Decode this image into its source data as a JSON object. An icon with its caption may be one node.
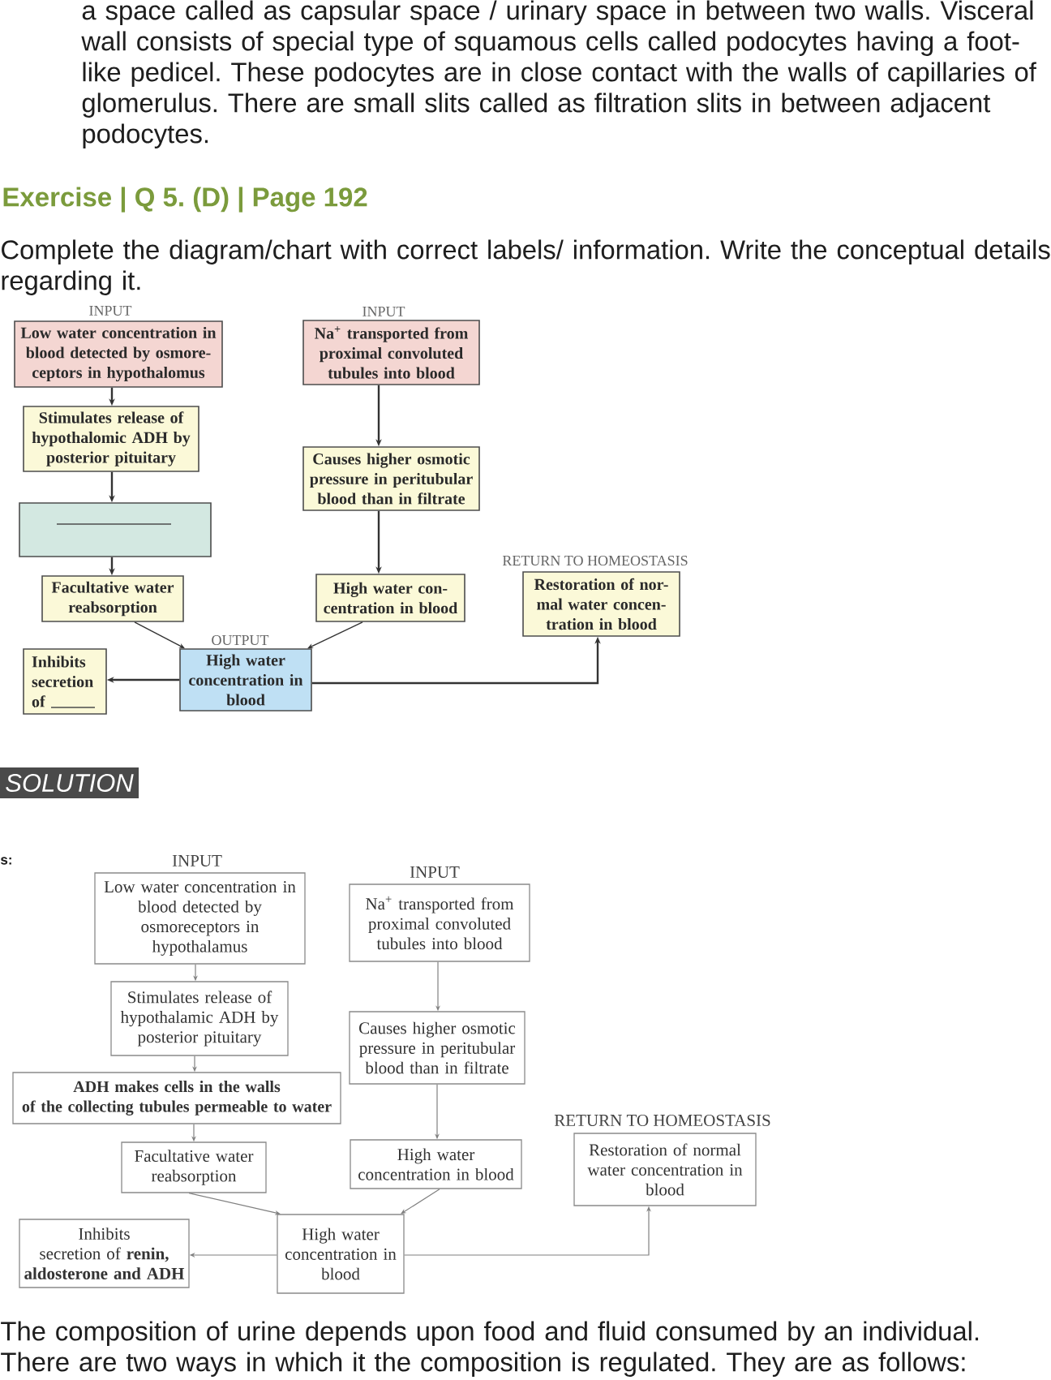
{
  "diagram": {
    "title": "Exercise | Q 5. (D) | Page 192",
    "nodes": [
      {
        "text": [
          "INPUT",
          "Low water concentration in blood detected by osmore- ceptors in hypothalomus"
        ]
      },
      {
        "text": [
          "INPUT",
          "Na$^{+}$ transported from proximal convoluted tubules into blood"
        ]
      },
      {
        "text": [
          "Stimulates release of hypothalomic ADH by posterior pituitary"
        ]
      },
      {
        "text": [
          "Causes higher osmotic pressure in peritubular blood than in filtrate"
        ]
      },
      {
        "text": [],
        "shape": "box"
      },
      {
        "text": [
          "Facultative water reabsorption"
        ]
      },
      {
        "text": [
          "High water con- centration in blood"
        ]
      },
      {
        "text": [
          "RETURN TO HOMEOSTASIS",
          "Restoration of nor- mal water concen- tration in blood"
        ]
      },
      {
        "text": [
          "Inhibits secretion of"
        ]
      },
      {
        "text": [
          "OUTPUT",
          "High water concentration in blood"
        ]
      },
      {
        "text": [
          "INPUT",
          "Low water concentration in blood detected by osmoreceptors in hypothalamus"
        ]
      },
      {
        "text": [
          "INPUT",
          "Na$^{+}$ transported from proximal convoluted tubules into blood"
        ]
      },
      {
        "text": [
          "Stimulates release of hypothalamic ADH by posterior pituitary"
        ]
      },
      {
        "text": [
          "Causes higher osmotic pressure in peritubular blood than in filtrate"
        ]
      },
      {
        "text": [
          "ADH makes cells in the walls of the collecting tubules permeable to water"
        ]
      },
      {
        "text": [
          "Facultative water reabsorption"
        ]
      },
      {
        "text": [
          "High water concentration in blood"
        ]
      },
      {
        "text": [
          "RETURN TO HOMEOSTASIS",
          "Restoration of normal water concentration in blood"
        ]
      },
      {
        "text": [
          "Inhibits secretion of **renin, aldosterone and ADH**"
        ]
      },
      {
        "text": [
          "High water concentration in blood"
        ]
      }
    ],
    "edges": [
      {
        "from": 0,
        "to": 2,
        "arrow": "to",
        "color": "#333333"
      },
      {
        "from": 2,
        "to": 4,
        "arrow": "to",
        "color": "#333333"
      },
      {
        "from": 4,
        "to": 5,
        "arrow": "to",
        "color": "#333333"
      },
      {
        "from": 1,
        "to": 3,
        "arrow": "to",
        "color": "#333333"
      },
      {
        "from": 3,
        "to": 6,
        "arrow": "to",
        "color": "#333333"
      },
      {
        "from": 5,
        "to": 9,
        "arrow": "to",
        "color": "#333333"
      },
      {
        "from": 6,
        "to": 9,
        "arrow": "to",
        "color": "#333333"
      },
      {
        "from": 9,
        "to": 8,
        "arrow": "to",
        "color": "#333333"
      },
      {
        "from": 9,
        "to": 7,
        "arrow": "to",
        "color": "#333333"
      },
      {
        "from": 10,
        "to": 12,
        "arrow": "to"
      },
      {
        "from": 12,
        "to": 14,
        "arrow": "to"
      },
      {
        "from": 14,
        "to": 15,
        "arrow": "to"
      },
      {
        "from": 11,
        "to": 13,
        "arrow": "to"
      },
      {
        "from": 13,
        "to": 16,
        "arrow": "to"
      },
      {
        "from": 15,
        "to": 19,
        "arrow": "to"
      },
      {
        "from": 16,
        "to": 19,
        "arrow": "to"
      },
      {
        "from": 19,
        "to": 18,
        "arrow": "to"
      },
      {
        "from": 19,
        "to": 17,
        "arrow": "to"
      }
    ],
    "labels": [
      "a space called as capsular space / urinary space in between two walls. Visceral wall consists of special type of squamous cells called podocytes having a foot- like pedicel. These podocytes are in close contact with the walls of capillaries of glomerulus. There are small slits called as filtration slits in between adjacent podocytes.",
      "Complete the diagram/chart with correct labels/ information. Write the conceptual details regarding it.",
      "SOLUTION",
      "s:",
      "The composition of urine depends upon food and fluid consumed by an individual. There are two ways in which it the composition is regulated. They are as follows:"
    ]
  }
}
